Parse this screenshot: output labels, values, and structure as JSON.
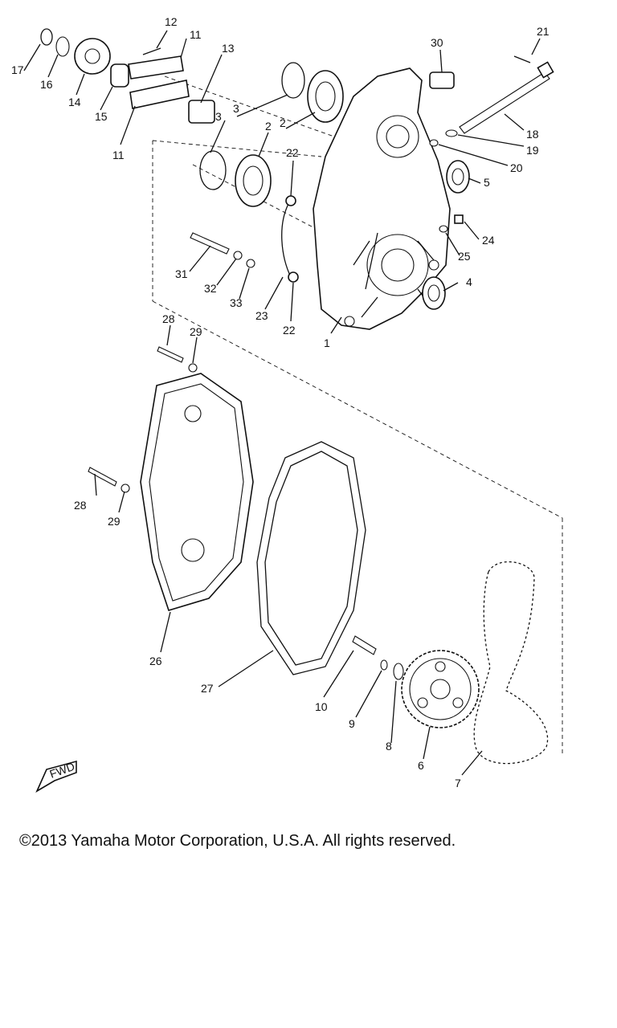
{
  "diagram": {
    "callouts": [
      "1",
      "2",
      "2",
      "3",
      "3",
      "4",
      "5",
      "6",
      "7",
      "8",
      "9",
      "10",
      "11",
      "11",
      "12",
      "13",
      "14",
      "15",
      "16",
      "17",
      "18",
      "19",
      "20",
      "21",
      "22",
      "22",
      "23",
      "24",
      "25",
      "26",
      "27",
      "28",
      "28",
      "29",
      "29",
      "30",
      "31",
      "32",
      "33"
    ],
    "fwd_label": "FWD"
  },
  "footer": {
    "copyright": "©2013 Yamaha Motor Corporation, U.S.A. All rights reserved."
  }
}
